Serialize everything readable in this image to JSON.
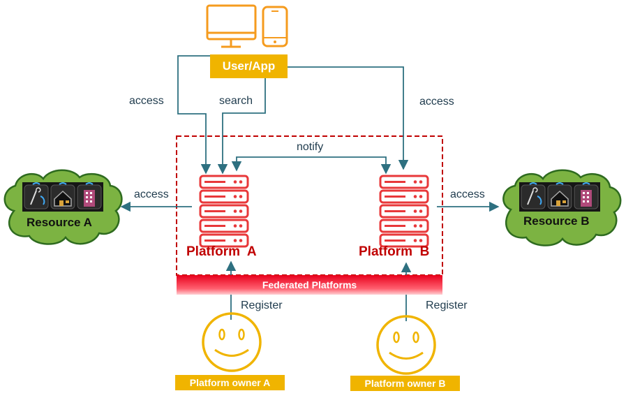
{
  "user_app": {
    "label": "User/App",
    "devices": [
      "monitor-icon",
      "smartphone-icon"
    ]
  },
  "edges": {
    "access_a": "access",
    "search": "search",
    "access_b": "access",
    "notify": "notify",
    "access_resource_a": "access",
    "access_resource_b": "access",
    "register_a": "Register",
    "register_b": "Register"
  },
  "platforms": {
    "a": "Platform  A",
    "b": "Platform  B",
    "federation": "Federated Platforms"
  },
  "resources": {
    "a": "Resource A",
    "b": "Resource B",
    "icons": [
      "thermometer-icon",
      "house-icon",
      "building-icon"
    ]
  },
  "owners": {
    "a": "Platform owner A",
    "b": "Platform owner B"
  },
  "colors": {
    "orange": "#f0b400",
    "device_orange": "#f59b1e",
    "teal_arrow": "#2e7080",
    "platform_red": "#c00000",
    "server_red": "#e8383a",
    "cloud_green": "#7cb342"
  }
}
